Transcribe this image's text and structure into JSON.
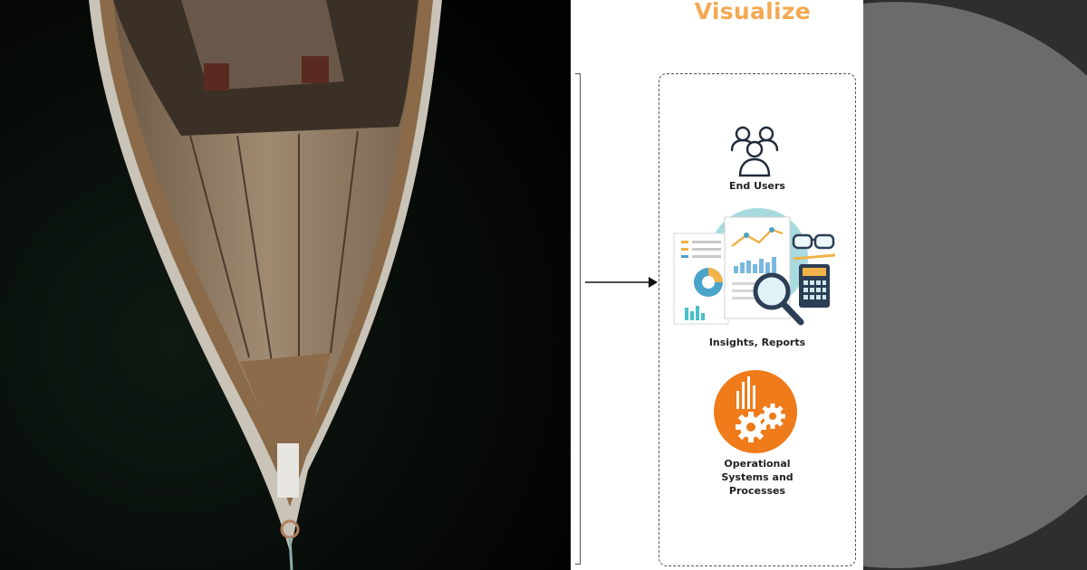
{
  "panel": {
    "title": "Visualize",
    "items": [
      {
        "label": "End Users",
        "icon": "users-icon"
      },
      {
        "label": "Insights, Reports",
        "icon": "reports-illustration"
      },
      {
        "label": "Operational\nSystems and\nProcesses",
        "icon": "gears-chart-icon"
      }
    ]
  },
  "colors": {
    "title": "#f3a953",
    "ops_icon": "#ef7b1a",
    "report_teal": "#8fd3d9",
    "deco_bg": "#2e2e2e",
    "deco_circle": "#6b6b6b"
  }
}
